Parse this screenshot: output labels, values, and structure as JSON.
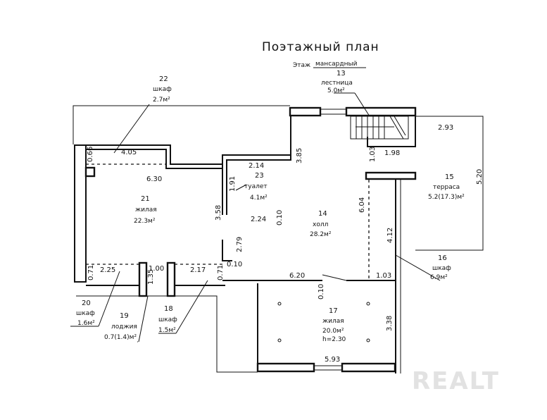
{
  "title": "Поэтажный план",
  "floor": {
    "label": "Этаж",
    "value": "мансардный"
  },
  "rooms": [
    {
      "num": "13",
      "name": "лестница",
      "area": "5.0м²"
    },
    {
      "num": "14",
      "name": "холл",
      "area": "28.2м²"
    },
    {
      "num": "15",
      "name": "терраса",
      "area": "5.2(17.3)м²"
    },
    {
      "num": "16",
      "name": "шкаф",
      "area": "6.9м²"
    },
    {
      "num": "17",
      "name": "жилая",
      "area": "20.0м²",
      "height": "h=2.30"
    },
    {
      "num": "18",
      "name": "шкаф",
      "area": "1.5м²"
    },
    {
      "num": "19",
      "name": "лоджия",
      "area": "0.7(1.4)м²"
    },
    {
      "num": "20",
      "name": "шкаф",
      "area": "1.6м²"
    },
    {
      "num": "21",
      "name": "жилая",
      "area": "22.3м²"
    },
    {
      "num": "22",
      "name": "шкаф",
      "area": "2.7м²"
    },
    {
      "num": "23",
      "name": "туалет",
      "area": "4.1м²"
    }
  ],
  "dims": {
    "d405": "4.05",
    "d066": "0.66",
    "d630": "6.30",
    "d214": "2.14",
    "d191": "1.91",
    "d358": "3.58",
    "d224": "2.24",
    "d385": "3.85",
    "d010a": "0.10",
    "d279": "2.79",
    "d010b": "0.10",
    "d293": "2.93",
    "d198": "1.98",
    "d103a": "1.03",
    "d520": "5.20",
    "d604": "6.04",
    "d412": "4.12",
    "d620": "6.20",
    "d103b": "1.03",
    "d010c": "0.10",
    "d071a": "0.71",
    "d225": "2.25",
    "d100": "1.00",
    "d135": "1.35",
    "d217": "2.17",
    "d071b": "0.71",
    "d338": "3.38",
    "d593": "5.93"
  },
  "watermark": "REALT"
}
